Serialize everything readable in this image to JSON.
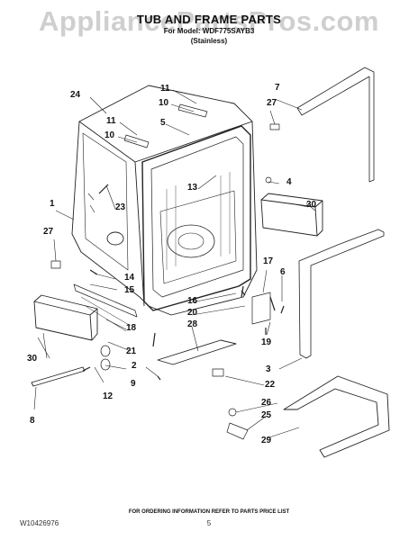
{
  "watermark": "AppliancePartsPros.com",
  "header": {
    "title": "TUB AND FRAME PARTS",
    "model_line": "For Model: WDF775SAYB3",
    "finish": "(Stainless)"
  },
  "callouts": {
    "c1": "1",
    "c2": "2",
    "c3": "3",
    "c4": "4",
    "c5": "5",
    "c6": "6",
    "c7": "7",
    "c8": "8",
    "c9": "9",
    "c10a": "10",
    "c10b": "10",
    "c11a": "11",
    "c11b": "11",
    "c12": "12",
    "c13": "13",
    "c14": "14",
    "c15": "15",
    "c16": "16",
    "c17": "17",
    "c18": "18",
    "c19": "19",
    "c20": "20",
    "c21": "21",
    "c22": "22",
    "c23": "23",
    "c24": "24",
    "c25": "25",
    "c26": "26",
    "c27a": "27",
    "c27b": "27",
    "c28": "28",
    "c29": "29",
    "c30a": "30",
    "c30b": "30"
  },
  "footer": {
    "ordering_note": "FOR ORDERING INFORMATION REFER TO PARTS PRICE LIST",
    "doc_number": "W10426976",
    "page_number": "5"
  }
}
